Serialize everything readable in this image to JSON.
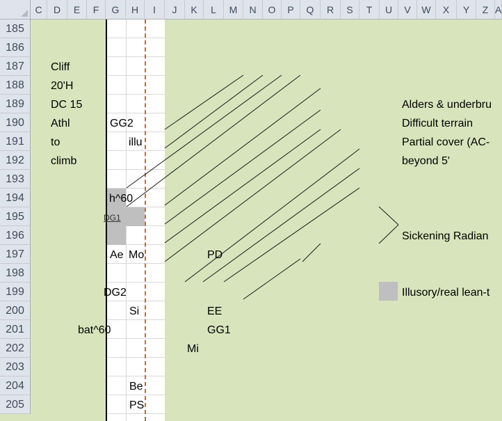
{
  "columns": [
    "C",
    "D",
    "E",
    "F",
    "G",
    "H",
    "I",
    "J",
    "K",
    "L",
    "M",
    "N",
    "O",
    "P",
    "Q",
    "R",
    "S",
    "T",
    "U",
    "V",
    "W",
    "X",
    "Y",
    "Z",
    "A"
  ],
  "rows": [
    "185",
    "186",
    "187",
    "188",
    "189",
    "190",
    "191",
    "192",
    "193",
    "194",
    "195",
    "196",
    "197",
    "198",
    "199",
    "200",
    "201",
    "202",
    "203",
    "204",
    "205"
  ],
  "cells": {
    "cliff": "Cliff",
    "height": "20'H",
    "dc": "DC 15",
    "athl": "Athl",
    "to": "to",
    "climb": "climb",
    "gg2": "GG2",
    "illu": "illu",
    "h60": "h^60",
    "dg1": "DG1",
    "ae": "Ae",
    "mo": "Mo",
    "pd": "PD",
    "dg2": "DG2",
    "si": "Si",
    "ee": "EE",
    "bat60": "bat^60",
    "gg1": "GG1",
    "mi": "Mi",
    "be": "Be",
    "ps": "PS"
  },
  "notes": {
    "alders": "Alders & underbru",
    "difficult": "Difficult terrain",
    "partial": "Partial cover (AC-",
    "beyond": "beyond 5'",
    "sickening": "Sickening Radian",
    "illusory": "Illusory/real lean-t"
  },
  "colors": {
    "sheet_fill": "#d8e4bc",
    "gray_cell": "#bfbfbf",
    "header": "#dfe4ec",
    "dashed_line": "#a07a3a"
  }
}
